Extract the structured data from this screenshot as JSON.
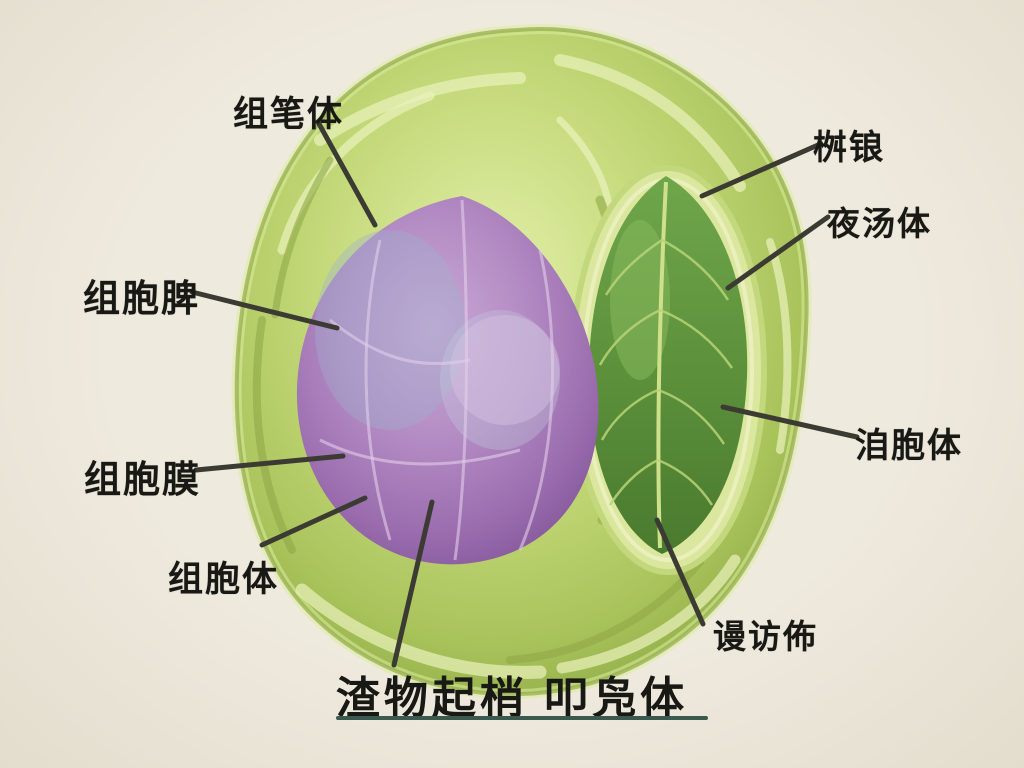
{
  "illustration": {
    "title": "渣物起梢 叩凫体",
    "labels": [
      {
        "id": "cell-wall-top",
        "text": "组笔体"
      },
      {
        "id": "left-upper",
        "text": "组胞脾"
      },
      {
        "id": "left-middle",
        "text": "组胞膜"
      },
      {
        "id": "left-lower",
        "text": "组胞体"
      },
      {
        "id": "top-right",
        "text": "桝锒"
      },
      {
        "id": "right-upper",
        "text": "夜汤体"
      },
      {
        "id": "right-middle",
        "text": "洎胞体"
      },
      {
        "id": "bottom-right",
        "text": "谩访佈"
      }
    ]
  },
  "colors": {
    "background": "#ece7db",
    "text": "#181814",
    "leader_line": "#3b3b33",
    "title_underline": "#3a5a50",
    "cell_green": "#b9cf63",
    "cell_green_light": "#e3ecab",
    "cell_green_dark": "#8aa743",
    "nucleus_purple": "#a87cba",
    "nucleus_purple_dark": "#7e5295",
    "nucleus_sheen_blue": "#9fb0cd",
    "chloroplast_green": "#558735",
    "chloroplast_vein": "#b9d378",
    "capsule_green": "#dbe79e"
  }
}
